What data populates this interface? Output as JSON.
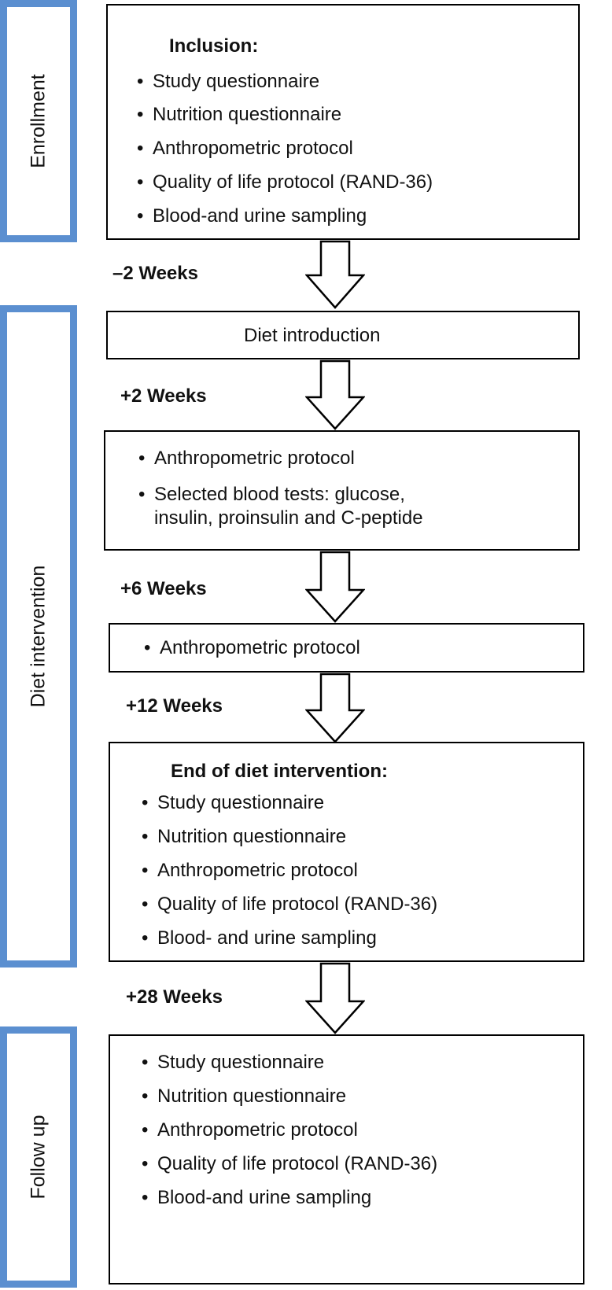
{
  "phases": {
    "enrollment": "Enrollment",
    "diet_intervention": "Diet intervention",
    "follow_up": "Follow up"
  },
  "boxes": {
    "inclusion": {
      "title": "Inclusion:",
      "items": [
        "Study questionnaire",
        "Nutrition questionnaire",
        "Anthropometric protocol",
        "Quality of life protocol (RAND-36)",
        "Blood-and urine sampling"
      ]
    },
    "diet_intro": {
      "label": "Diet introduction"
    },
    "two_weeks": {
      "items": [
        "Anthropometric protocol",
        "Selected blood tests: glucose,"
      ],
      "continuation": "insulin, proinsulin and C-peptide"
    },
    "six_weeks": {
      "items": [
        "Anthropometric protocol"
      ]
    },
    "end": {
      "title": "End of diet intervention:",
      "items": [
        "Study questionnaire",
        "Nutrition questionnaire",
        "Anthropometric protocol",
        "Quality of life protocol (RAND-36)",
        "Blood- and urine sampling"
      ]
    },
    "follow_up": {
      "items": [
        "Study questionnaire",
        "Nutrition questionnaire",
        "Anthropometric protocol",
        "Quality of life protocol (RAND-36)",
        "Blood-and urine sampling"
      ]
    }
  },
  "bullet": "•",
  "weeks": {
    "minus_2": "–2 Weeks",
    "plus_2": "+2 Weeks",
    "plus_6": "+6 Weeks",
    "plus_12": "+12 Weeks",
    "plus_28": "+28 Weeks"
  }
}
